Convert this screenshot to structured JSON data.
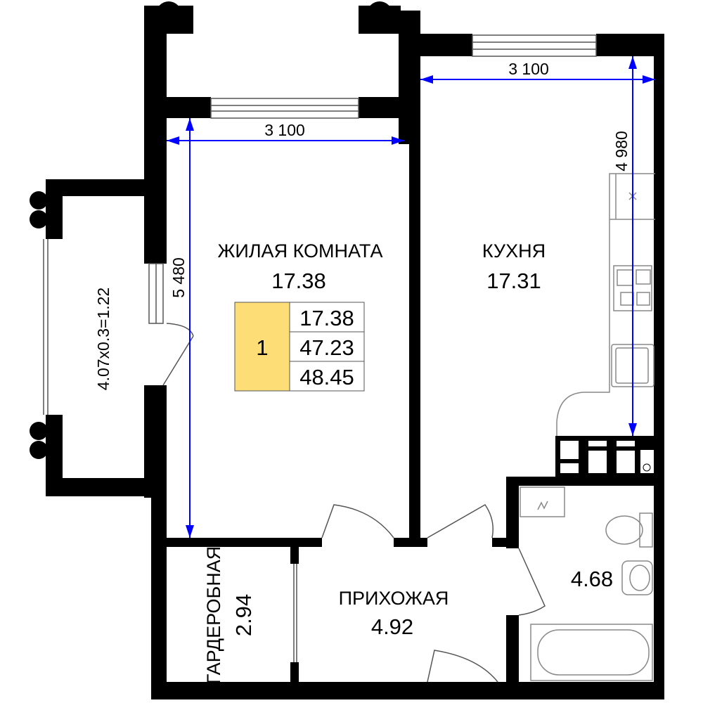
{
  "rooms": {
    "living": {
      "name": "ЖИЛАЯ КОМНАТА",
      "area": "17.38"
    },
    "kitchen": {
      "name": "КУХНЯ",
      "area": "17.31"
    },
    "hall": {
      "name": "ПРИХОЖАЯ",
      "area": "4.92"
    },
    "wardrobe": {
      "name": "ГАРДЕРОБНАЯ",
      "area": "2.94"
    },
    "bathroom": {
      "area": "4.68"
    },
    "balcony": {
      "label": "4.07x0.3=1.22"
    }
  },
  "dimensions": {
    "living_width": "3 100",
    "living_length": "5 480",
    "kitchen_width": "3 100",
    "kitchen_length": "4 980"
  },
  "legend": {
    "rooms_count": "1",
    "living_area": "17.38",
    "total_area": "47.23",
    "total_with_balcony": "48.45",
    "accent_color": "#fcdd76"
  }
}
